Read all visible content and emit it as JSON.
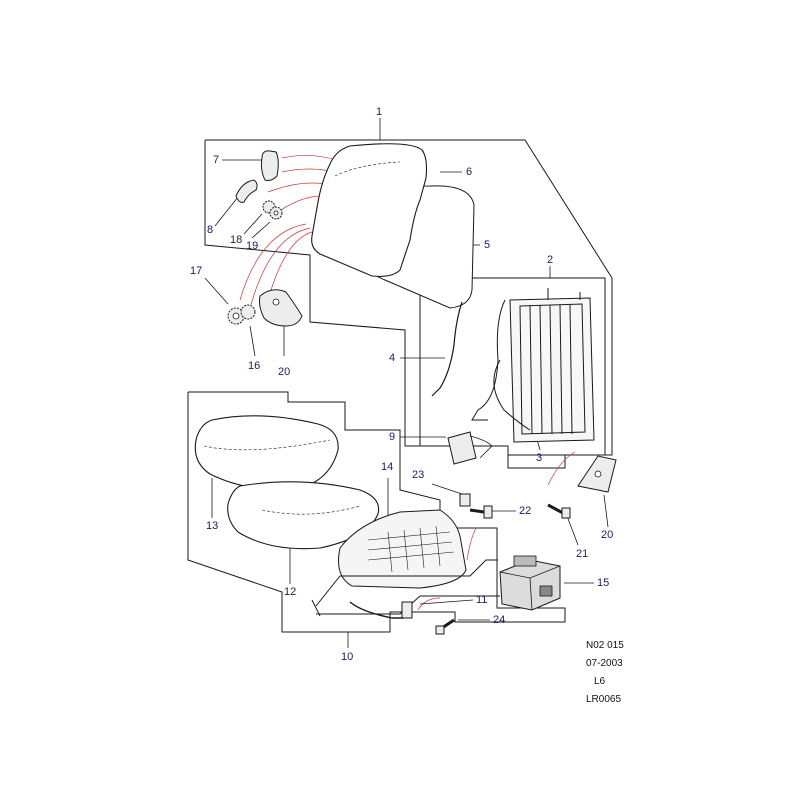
{
  "callouts": {
    "c1": "1",
    "c2": "2",
    "c3": "3",
    "c4": "4",
    "c5": "5",
    "c6": "6",
    "c7": "7",
    "c8": "8",
    "c9": "9",
    "c10": "10",
    "c11": "11",
    "c12": "12",
    "c13": "13",
    "c14": "14",
    "c15": "15",
    "c16": "16",
    "c17": "17",
    "c18": "18",
    "c19": "19",
    "c20a": "20",
    "c20b": "20",
    "c21": "21",
    "c22": "22",
    "c23": "23",
    "c24": "24"
  },
  "reference": {
    "code": "N02 015",
    "date": "07-2003",
    "level": "L6",
    "number": "LR0065"
  },
  "colors": {
    "line": "#1a1a1a",
    "callout_text": "#1a1a66",
    "leader_red": "#cc3333",
    "part_fill": "#ededed"
  }
}
